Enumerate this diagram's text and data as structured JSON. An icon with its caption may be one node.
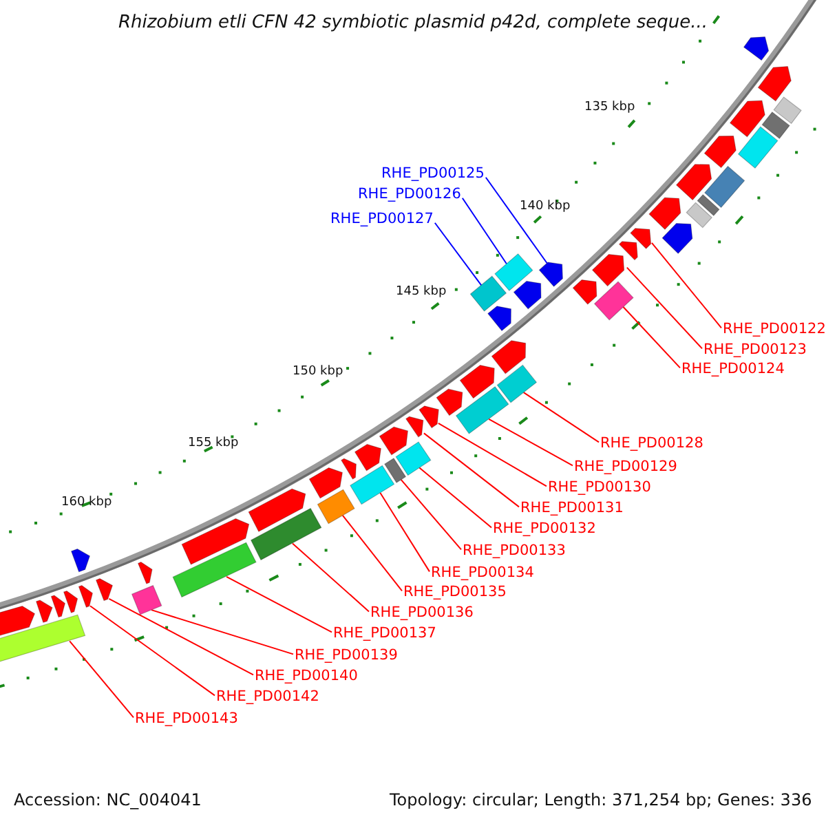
{
  "diagram": {
    "title": "Rhizobium etli CFN 42 symbiotic plasmid p42d, complete seque...",
    "nodes": [
      {
        "text": [
          "RHE_PD00122"
        ]
      },
      {
        "text": [],
        "shape": "arrow"
      },
      {
        "text": [
          "RHE_PD00123"
        ]
      },
      {
        "text": [],
        "shape": "arrow"
      },
      {
        "text": [
          "RHE_PD00124"
        ]
      },
      {
        "text": [],
        "shape": "box"
      },
      {
        "text": [
          "RHE_PD00125"
        ]
      },
      {
        "text": [],
        "shape": "arrow"
      },
      {
        "text": [
          "RHE_PD00126"
        ]
      },
      {
        "text": [],
        "shape": "box"
      },
      {
        "text": [
          "RHE_PD00127"
        ]
      },
      {
        "text": [],
        "shape": "box"
      },
      {
        "text": [
          "RHE_PD00128"
        ]
      },
      {
        "text": [],
        "shape": "box"
      },
      {
        "text": [
          "RHE_PD00129"
        ]
      },
      {
        "text": [],
        "shape": "box"
      },
      {
        "text": [
          "RHE_PD00130"
        ]
      },
      {
        "text": [],
        "shape": "arrow"
      },
      {
        "text": [
          "RHE_PD00131"
        ]
      },
      {
        "text": [],
        "shape": "arrow"
      },
      {
        "text": [
          "RHE_PD00132"
        ]
      },
      {
        "text": [],
        "shape": "box"
      },
      {
        "text": [
          "RHE_PD00133"
        ]
      },
      {
        "text": [],
        "shape": "box"
      },
      {
        "text": [
          "RHE_PD00134"
        ]
      },
      {
        "text": [],
        "shape": "box"
      },
      {
        "text": [
          "RHE_PD00135"
        ]
      },
      {
        "text": [],
        "shape": "box"
      },
      {
        "text": [
          "RHE_PD00136"
        ]
      },
      {
        "text": [],
        "shape": "box"
      },
      {
        "text": [
          "RHE_PD00137"
        ]
      },
      {
        "text": [],
        "shape": "box"
      },
      {
        "text": [
          "RHE_PD00139"
        ]
      },
      {
        "text": [],
        "shape": "box"
      },
      {
        "text": [
          "RHE_PD00140"
        ]
      },
      {
        "text": [],
        "shape": "arrow"
      },
      {
        "text": [
          "RHE_PD00142"
        ]
      },
      {
        "text": [],
        "shape": "arrow"
      },
      {
        "text": [
          "RHE_PD00143"
        ]
      },
      {
        "text": [],
        "shape": "box"
      },
      {
        "text": [],
        "shape": "arrow"
      },
      {
        "text": [],
        "shape": "arrow"
      },
      {
        "text": [],
        "shape": "arrow"
      },
      {
        "text": [],
        "shape": "arrow"
      },
      {
        "text": [],
        "shape": "arrow"
      },
      {
        "text": [],
        "shape": "arrow"
      },
      {
        "text": [],
        "shape": "arrow"
      },
      {
        "text": [],
        "shape": "arrow"
      },
      {
        "text": [],
        "shape": "arrow"
      },
      {
        "text": [],
        "shape": "arrow"
      },
      {
        "text": [],
        "shape": "arrow"
      },
      {
        "text": [],
        "shape": "arrow"
      },
      {
        "text": [],
        "shape": "arrow"
      },
      {
        "text": [],
        "shape": "arrow"
      },
      {
        "text": [],
        "shape": "arrow"
      },
      {
        "text": [],
        "shape": "arrow"
      },
      {
        "text": [],
        "shape": "arrow"
      },
      {
        "text": [],
        "shape": "arrow"
      },
      {
        "text": [],
        "shape": "arrow"
      },
      {
        "text": [],
        "shape": "arrow"
      },
      {
        "text": [],
        "shape": "arrow"
      },
      {
        "text": [],
        "shape": "box"
      },
      {
        "text": [],
        "shape": "box"
      },
      {
        "text": [],
        "shape": "box"
      },
      {
        "text": [],
        "shape": "box"
      },
      {
        "text": [],
        "shape": "box"
      },
      {
        "text": [],
        "shape": "box"
      },
      {
        "text": [],
        "shape": "arrow"
      },
      {
        "text": [],
        "shape": "arrow"
      },
      {
        "text": [],
        "shape": "arrow"
      },
      {
        "text": [],
        "shape": "arrow"
      },
      {
        "text": [],
        "shape": "arrow"
      }
    ],
    "edges": [
      {
        "from": 0,
        "to": 1,
        "arrow": "none"
      },
      {
        "from": 2,
        "to": 3,
        "arrow": "none"
      },
      {
        "from": 4,
        "to": 5,
        "arrow": "none"
      },
      {
        "from": 6,
        "to": 7,
        "arrow": "none",
        "color": "#0000ff"
      },
      {
        "from": 8,
        "to": 9,
        "arrow": "none",
        "color": "#0000ff"
      },
      {
        "from": 10,
        "to": 11,
        "arrow": "none",
        "color": "#0000ff"
      },
      {
        "from": 12,
        "to": 13,
        "arrow": "none"
      },
      {
        "from": 14,
        "to": 15,
        "arrow": "none"
      },
      {
        "from": 16,
        "to": 17,
        "arrow": "none"
      },
      {
        "from": 18,
        "to": 19,
        "arrow": "none"
      },
      {
        "from": 20,
        "to": 21,
        "arrow": "none"
      },
      {
        "from": 22,
        "to": 23,
        "arrow": "none"
      },
      {
        "from": 24,
        "to": 25,
        "arrow": "none"
      },
      {
        "from": 26,
        "to": 27,
        "arrow": "none"
      },
      {
        "from": 28,
        "to": 29,
        "arrow": "none"
      },
      {
        "from": 30,
        "to": 31,
        "arrow": "none"
      },
      {
        "from": 32,
        "to": 33,
        "arrow": "none"
      },
      {
        "from": 34,
        "to": 35,
        "arrow": "none"
      },
      {
        "from": 36,
        "to": 37,
        "arrow": "none"
      },
      {
        "from": 38,
        "to": 39,
        "arrow": "none"
      }
    ],
    "labels": [
      "135 kbp",
      "140 kbp",
      "145 kbp",
      "150 kbp",
      "155 kbp",
      "160 kbp",
      "Accession: NC_004041",
      "Topology: circular; Length: 371,254 bp; Genes: 336"
    ]
  }
}
